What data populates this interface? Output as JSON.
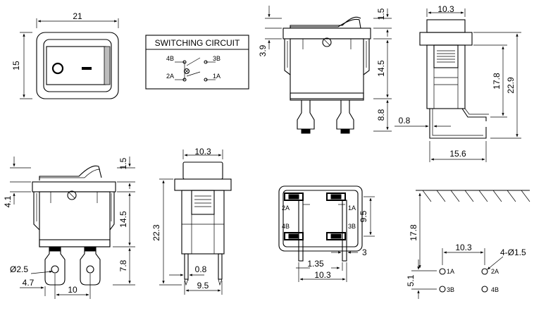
{
  "view_front": {
    "width": "21",
    "height": "15"
  },
  "switching_circuit": {
    "title": "SWITCHING CIRCUIT",
    "terminals": [
      "4B",
      "3B",
      "2A",
      "1A"
    ]
  },
  "view_side_top": {
    "top_gap": "1.5",
    "flange": "3.9",
    "body_height": "14.5",
    "terminal_length": "8.8"
  },
  "view_end_top": {
    "width": "10.3",
    "height_a": "17.8",
    "height_b": "22.9",
    "pin": "0.8",
    "bend": "15.6"
  },
  "view_side_bottom": {
    "top_gap": "1.5",
    "flange": "4.1",
    "body_height": "14.5",
    "terminal_length": "7.8",
    "hole": "Ø2.5",
    "offset": "4.7",
    "pitch": "10"
  },
  "view_end_bottom": {
    "width": "10.3",
    "height": "22.3",
    "pin": "0.8",
    "spacing": "9.5"
  },
  "view_terminal": {
    "labels": [
      "2A",
      "1A",
      "4B",
      "3B"
    ],
    "row_pitch": "9.5",
    "tab": "3",
    "pin_offset": "1.35",
    "width": "10.3"
  },
  "pcb_layout": {
    "height": "17.8",
    "pitch_x": "10.3",
    "pitch_y": "5.1",
    "holes": "4-Ø1.5",
    "hole_labels": [
      "1A",
      "2A",
      "3B",
      "4B"
    ]
  }
}
